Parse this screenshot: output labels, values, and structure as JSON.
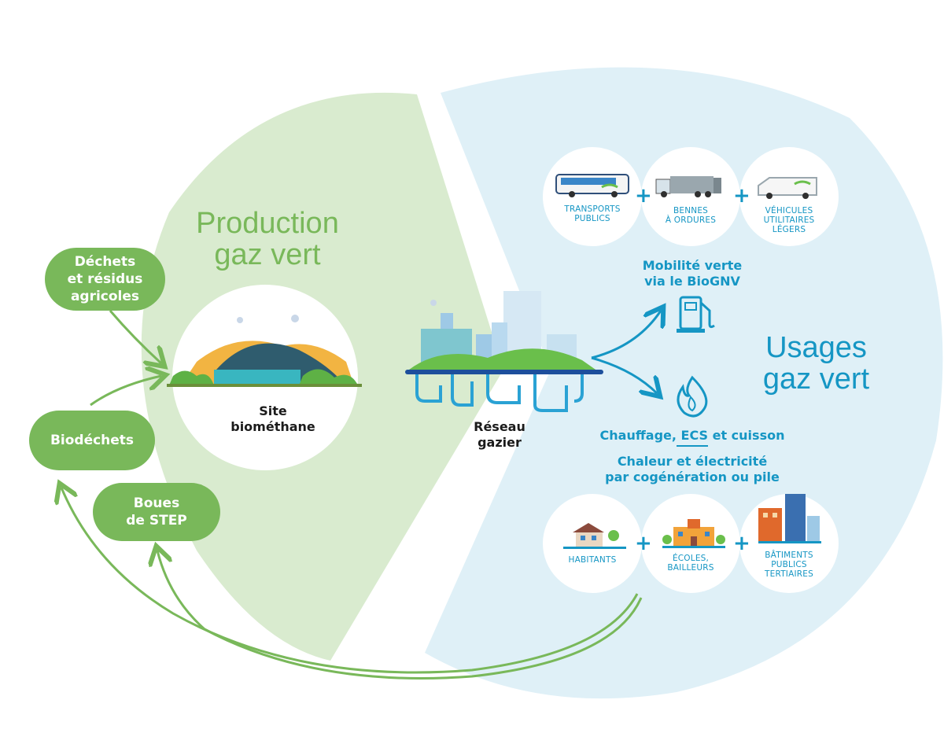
{
  "colors": {
    "green_light": "#d9ebcf",
    "green": "#79b85a",
    "blue_light": "#dff0f7",
    "blue": "#1596c4"
  },
  "production": {
    "title": "Production\ngaz vert"
  },
  "usages": {
    "title": "Usages\ngaz vert"
  },
  "sources": [
    {
      "label": "Déchets\net résidus\nagricoles"
    },
    {
      "label": "Biodéchets"
    },
    {
      "label": "Boues\nde STEP"
    }
  ],
  "site": {
    "label": "Site\nbiométhane"
  },
  "network": {
    "label": "Réseau\ngazier"
  },
  "mobility": {
    "heading": "Mobilité verte\nvia le BioGNV",
    "items": [
      {
        "label": "TRANSPORTS\nPUBLICS",
        "icon": "bus-icon"
      },
      {
        "label": "BENNES\nÀ ORDURES",
        "icon": "garbage-truck-icon"
      },
      {
        "label": "VÉHICULES\nUTILITAIRES\nLÉGERS",
        "icon": "van-icon"
      }
    ]
  },
  "heating": {
    "heading1": "Chauffage, ECS et cuisson",
    "heading2": "Chaleur et électricité\npar cogénération ou pile",
    "items": [
      {
        "label": "HABITANTS",
        "icon": "house-icon"
      },
      {
        "label": "ÉCOLES,\nBAILLEURS",
        "icon": "school-icon"
      },
      {
        "label": "BÂTIMENTS\nPUBLICS\nTERTIAIRES",
        "icon": "office-building-icon"
      }
    ]
  },
  "plus_sign": "+"
}
